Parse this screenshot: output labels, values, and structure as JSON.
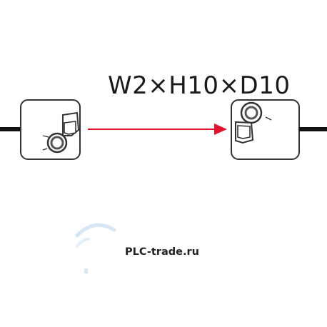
{
  "diagram": {
    "dimension_label": "W2×H10×D10",
    "watermark": "PLC-trade.ru",
    "colors": {
      "line": "#111111",
      "arrow": "#e0152d",
      "sensor_outline": "#333333",
      "sensor_fill": "#ffffff",
      "lens_inner": "#555555",
      "logo_arc": "#d6e6f5"
    },
    "icons": {
      "left_sensor": "photoelectric-sensor-emitter",
      "right_sensor": "photoelectric-sensor-receiver",
      "arrow": "light-beam-arrow",
      "logo": "plc-trade-logo-arc"
    }
  }
}
